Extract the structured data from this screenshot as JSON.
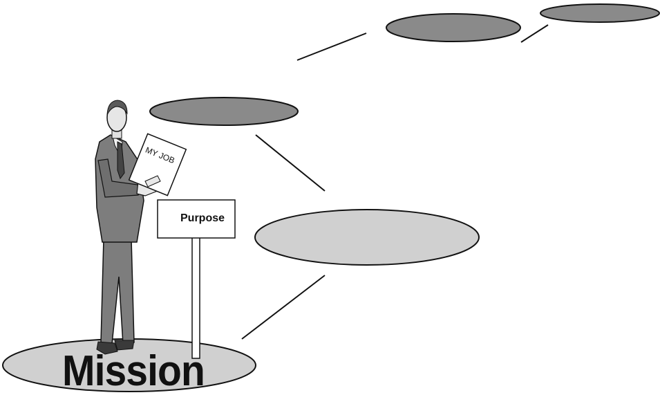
{
  "diagram": {
    "mission_label": "Mission",
    "purpose_sign_label": "Purpose",
    "paper_label": "MY JOB",
    "colors": {
      "light_platform": "#d0d0d0",
      "dark_platform": "#8a8a8a",
      "outline": "#111111",
      "suit": "#7d7d7d",
      "sign_board": "#ffffff"
    }
  }
}
